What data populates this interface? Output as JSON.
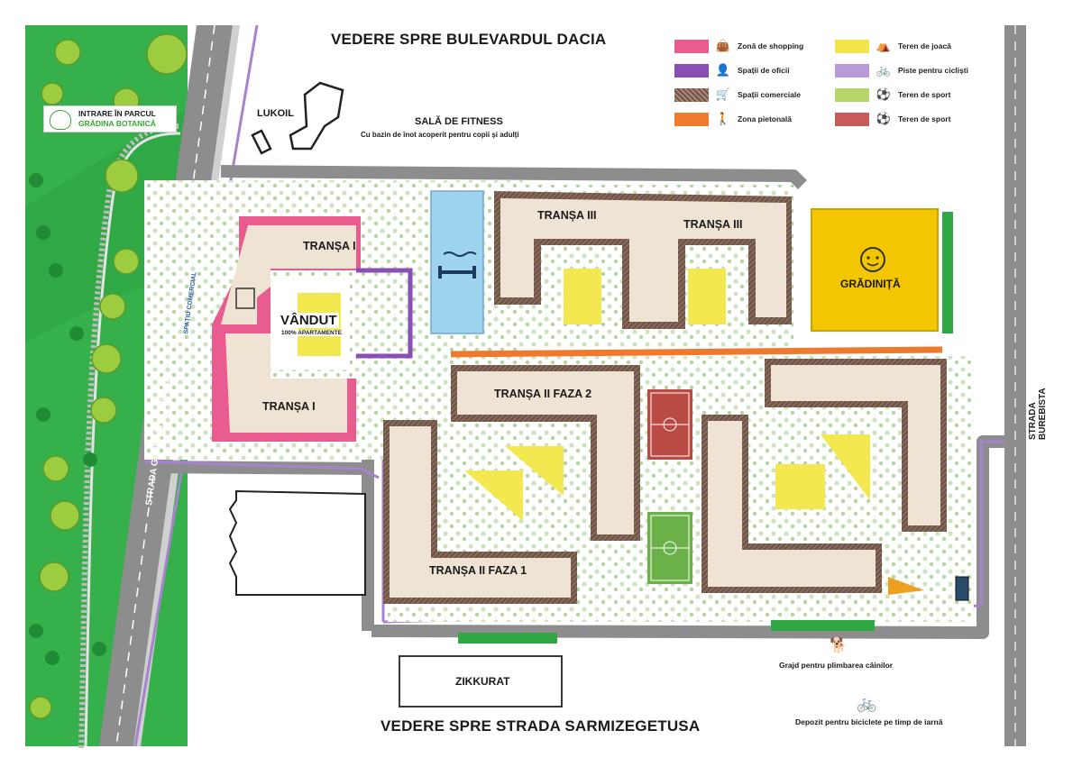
{
  "views": {
    "north": "VEDERE SPRE BULEVARDUL DACIA",
    "south": "VEDERE SPRE STRADA SARMIZEGETUSA"
  },
  "streets": {
    "west": "STRADA GRĂDINA BOTANICĂ",
    "east": "STRADA BUREBISTA",
    "commercial": "SPAȚIU COMERCIAL"
  },
  "park_entry": {
    "line1": "INTRARE ÎN PARCUL",
    "line2": "GRĂDINA BOTANICĂ"
  },
  "places": {
    "lukoil": "LUKOIL",
    "fitness_title": "SALĂ DE FITNESS",
    "fitness_sub": "Cu bazin de înot acoperit pentru copii și adulți",
    "zikkurat": "ZIKKURAT",
    "gradinita": "GRĂDINIȚĂ",
    "dog_yard": "Grajd pentru plimbarea câinilor",
    "bike_depot": "Depozit pentru biciclete pe timp de iarnă"
  },
  "buildings": {
    "t1_top": "TRANȘA I",
    "t1_bottom": "TRANȘA I",
    "t3_left": "TRANȘA III",
    "t3_right": "TRANȘA III",
    "t2f2": "TRANȘA II FAZA 2",
    "t2f1": "TRANȘA II FAZA 1"
  },
  "sold": {
    "title": "VÂNDUT",
    "subtitle": "100% APARTAMENTE"
  },
  "legend": [
    {
      "label": "Zonă de shopping",
      "color": "#e85c8f",
      "icon": "shopping-bag-icon"
    },
    {
      "label": "Spații de oficii",
      "color": "#8a4fb5",
      "icon": "office-worker-icon"
    },
    {
      "label": "Spații comerciale",
      "color": "#7a5a4a",
      "icon": "shopping-cart-icon",
      "hatched": true
    },
    {
      "label": "Zona pietonală",
      "color": "#f07a2e",
      "icon": "pedestrian-icon"
    },
    {
      "label": "Teren de joacă",
      "color": "#f2e64a",
      "icon": "playground-icon"
    },
    {
      "label": "Piste pentru cicliști",
      "color": "#b89ad8",
      "icon": "bicycle-icon"
    },
    {
      "label": "Teren de sport",
      "color": "#b6d66a",
      "icon": "football-icon"
    },
    {
      "label": "Teren de sport",
      "color": "#c85a5a",
      "icon": "football-icon"
    }
  ],
  "colors": {
    "park": "#2fb24a",
    "road": "#8d8d8d",
    "building": "#efe3d3",
    "kindergarten": "#f2c600",
    "pool": "#9ed4f0",
    "bike_path": "#a782cf",
    "pedestrian": "#ef7a2d",
    "playground": "#f3e84f",
    "court_red": "#b84b43",
    "court_green": "#6bb14a"
  }
}
